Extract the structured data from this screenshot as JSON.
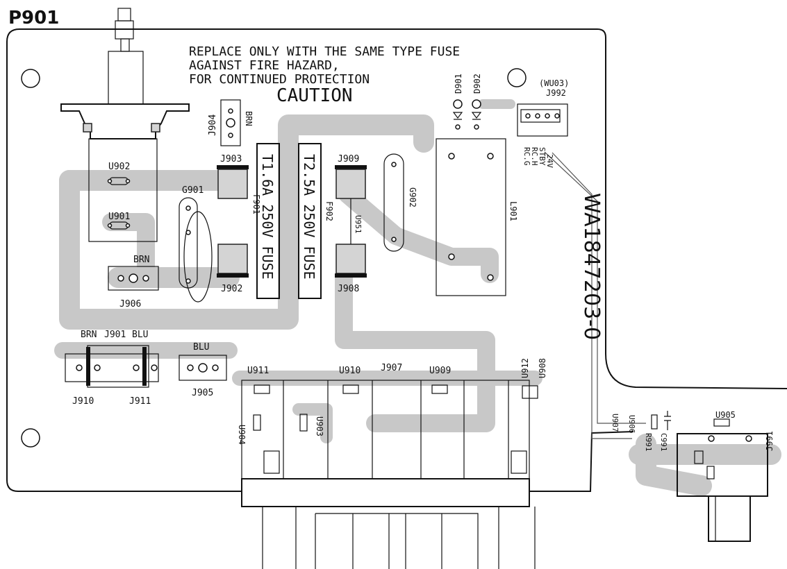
{
  "board": {
    "name": "P901",
    "part_number": "WA1847203-0",
    "caution_lines": [
      "REPLACE ONLY WITH THE SAME TYPE FUSE",
      "AGAINST FIRE HAZARD,",
      "FOR CONTINUED PROTECTION"
    ],
    "caution_title": "CAUTION"
  },
  "fuses": {
    "f901_text": "T1.6A 250V FUSE",
    "f902_text": "T2.5A 250V FUSE"
  },
  "ref": {
    "J904": "J904",
    "J903": "J903",
    "J909": "J909",
    "J902": "J902",
    "J908": "J908",
    "J906": "J906",
    "J910": "J910",
    "J911": "J911",
    "J905": "J905",
    "J907": "J907",
    "J992": "J992",
    "J991": "J991",
    "F901": "F901",
    "F902": "F902",
    "U902": "U902",
    "U901": "U901",
    "U951": "U951",
    "U911": "U911",
    "U910": "U910",
    "U909": "U909",
    "U912": "U912",
    "U908": "U908",
    "U904": "U904",
    "U903": "U903",
    "U907": "U907",
    "U906": "U906",
    "U905": "U905",
    "G901": "G901",
    "G902": "G902",
    "D901": "D901",
    "D902": "D902",
    "L901": "L901",
    "R991": "R991",
    "C991": "C991",
    "WU03": "(WU03)"
  },
  "wire_colors": {
    "brn": "BRN",
    "blu": "BLU",
    "j901_group": "J901"
  },
  "pins": {
    "v24": "24V",
    "stby": "STBY",
    "rch": "RC.H",
    "rcg": "RC.G"
  },
  "colors": {
    "trace": "#c8c8c8",
    "pad": "#d4d4d4",
    "ink": "#111111"
  }
}
